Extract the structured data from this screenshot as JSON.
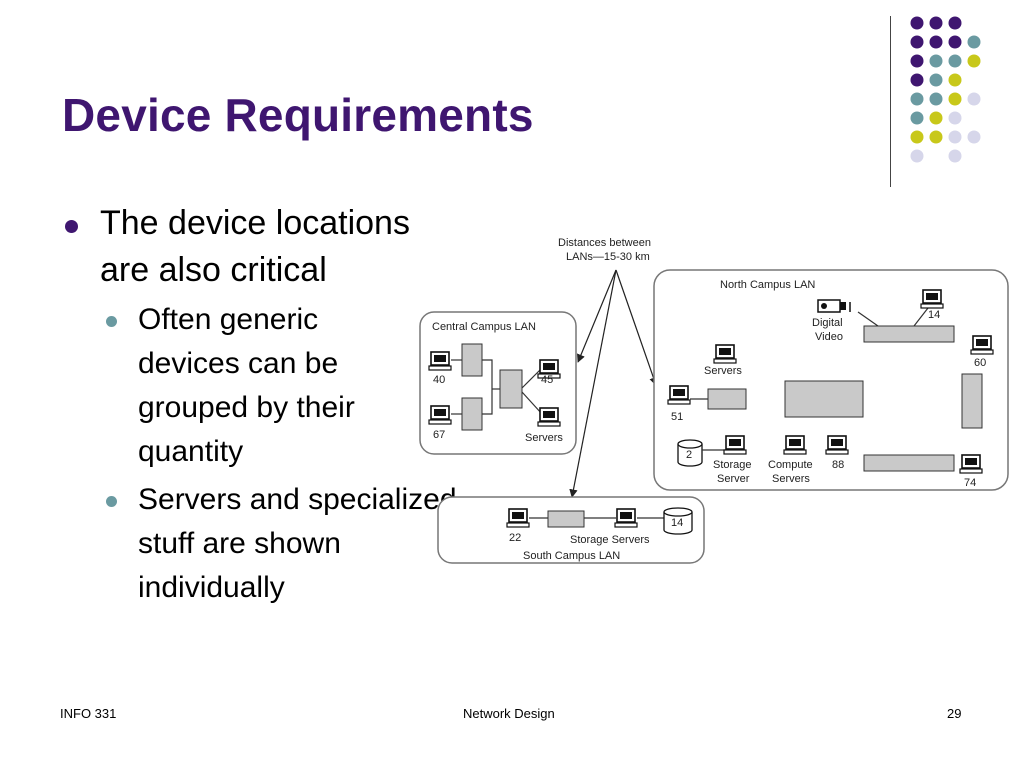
{
  "slide": {
    "title": "Device Requirements",
    "bullets": [
      {
        "text": "The device locations are also critical",
        "level": 1
      },
      {
        "text": "Often generic devices can be grouped by their quantity",
        "level": 2
      },
      {
        "text": "Servers and specialized stuff are shown individually",
        "level": 2
      }
    ]
  },
  "footer": {
    "left": "INFO 331",
    "center": "Network Design",
    "right": "29"
  },
  "colors": {
    "title": "#3f1670",
    "dot_purple": "#3f1670",
    "dot_teal": "#6a9aa1",
    "dot_yellow": "#c8c81a",
    "dot_lavender": "#d6d6ea"
  },
  "decoration": {
    "dot_grid": [
      [
        "purple",
        "purple",
        "purple",
        ""
      ],
      [
        "purple",
        "purple",
        "purple",
        "teal"
      ],
      [
        "purple",
        "teal",
        "teal",
        "yellow"
      ],
      [
        "purple",
        "teal",
        "yellow",
        ""
      ],
      [
        "teal",
        "teal",
        "yellow",
        "lavender"
      ],
      [
        "teal",
        "yellow",
        "lavender",
        ""
      ],
      [
        "yellow",
        "yellow",
        "lavender",
        "lavender"
      ],
      [
        "lavender",
        "",
        "lavender",
        ""
      ]
    ]
  },
  "diagram": {
    "distance_note": [
      "Distances between",
      "LANs—15-30 km"
    ],
    "central": {
      "label": "Central Campus LAN",
      "counts": [
        "40",
        "67",
        "45"
      ],
      "servers_label": "Servers"
    },
    "north": {
      "label": "North Campus LAN",
      "digital_video": [
        "Digital",
        "Video"
      ],
      "counts": [
        "14",
        "60",
        "51",
        "88",
        "74"
      ],
      "servers_label": "Servers",
      "storage_label": [
        "Storage",
        "Server"
      ],
      "compute_label": [
        "Compute",
        "Servers"
      ],
      "storage_count": "2"
    },
    "south": {
      "label": "South Campus LAN",
      "counts": [
        "22"
      ],
      "storage_servers_label": "Storage Servers",
      "storage_count": "14"
    }
  }
}
